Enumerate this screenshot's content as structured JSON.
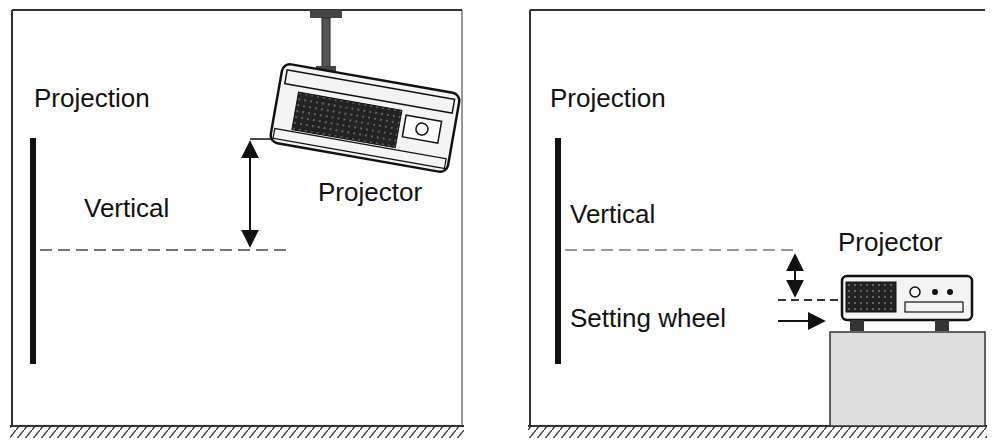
{
  "diagram": {
    "labels": [
      "Projection",
      "Vertical",
      "Projector",
      "Projection",
      "Vertical",
      "Projector",
      "Setting wheel"
    ]
  }
}
